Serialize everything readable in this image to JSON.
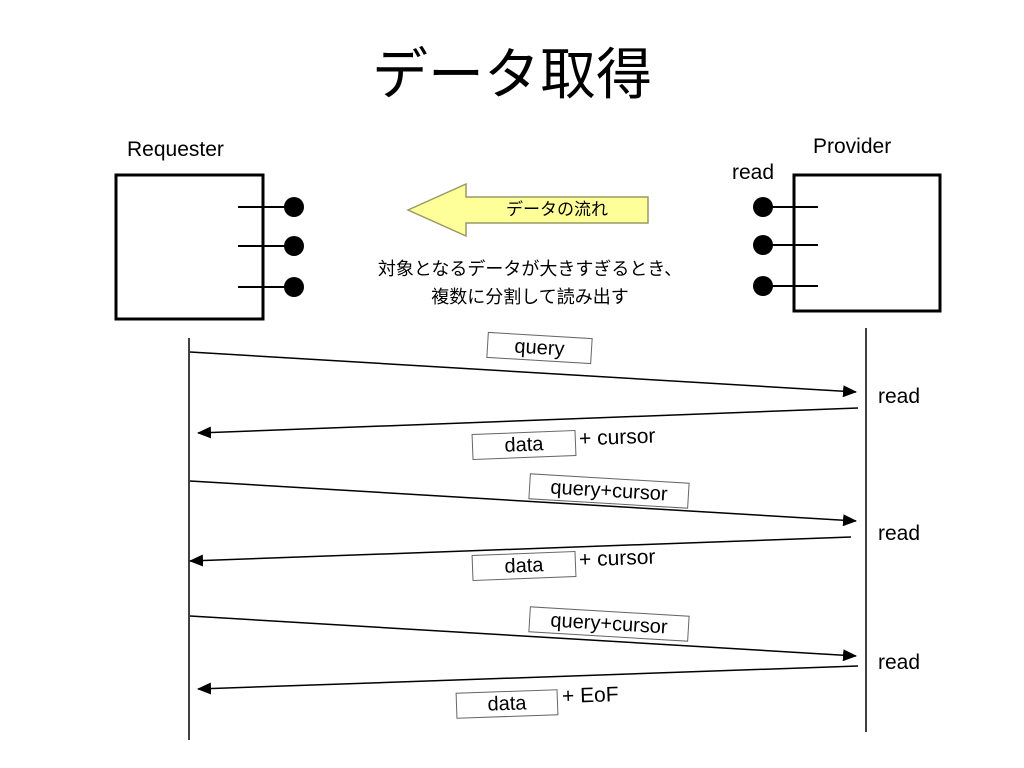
{
  "title": "データ取得",
  "requester": {
    "label": "Requester"
  },
  "provider": {
    "label": "Provider",
    "port_label": "read"
  },
  "flow": {
    "label": "データの流れ",
    "color": "#ffff99"
  },
  "note": {
    "line1": "対象となるデータが大きすぎるとき、",
    "line2": "複数に分割して読み出す"
  },
  "messages": [
    {
      "request": "query",
      "response": "data",
      "response_suffix": "+ cursor",
      "provider_action": "read"
    },
    {
      "request": "query+cursor",
      "response": "data",
      "response_suffix": "+ cursor",
      "provider_action": "read"
    },
    {
      "request": "query+cursor",
      "response": "data",
      "response_suffix": "+ EoF",
      "provider_action": "read"
    }
  ]
}
